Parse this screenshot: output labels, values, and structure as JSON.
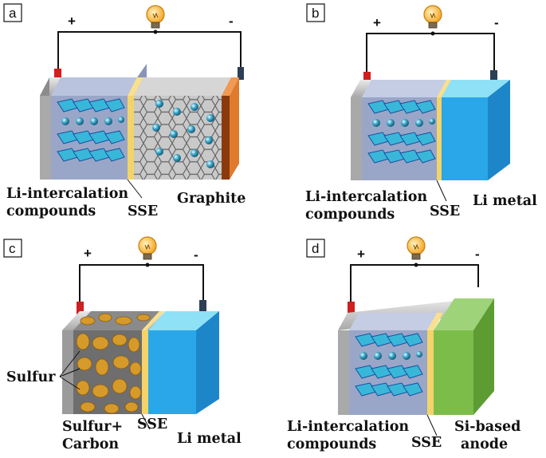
{
  "panels": [
    {
      "letter": "a",
      "plus": "+",
      "minus": "-",
      "cathode_label": [
        "Li-intercalation",
        "compounds"
      ],
      "sse_label": "SSE",
      "anode_label": [
        "Graphite"
      ],
      "anode_color": "#e07a2c"
    },
    {
      "letter": "b",
      "plus": "+",
      "minus": "-",
      "cathode_label": [
        "Li-intercalation",
        "compounds"
      ],
      "sse_label": "SSE",
      "anode_label": [
        "Li metal"
      ],
      "anode_color": "#2aa7e8"
    },
    {
      "letter": "c",
      "plus": "+",
      "minus": "-",
      "cathode_label": [
        "Sulfur+",
        "Carbon"
      ],
      "sse_label": "SSE",
      "anode_label": [
        "Li metal"
      ],
      "side_label": "Sulfur",
      "anode_color": "#2aa7e8"
    },
    {
      "letter": "d",
      "plus": "+",
      "minus": "-",
      "cathode_label": [
        "Li-intercalation",
        "compounds"
      ],
      "sse_label": "SSE",
      "anode_label": [
        "Si-based",
        "anode"
      ],
      "anode_color": "#7cbd4a"
    }
  ],
  "colors": {
    "wire": "#111111",
    "positive_terminal": "#d11e1e",
    "negative_terminal": "#2b3f55",
    "sse": "#f3d36a",
    "cathode_box": "#9aa6c8",
    "bulb": "#f5a623"
  },
  "icons": [
    "light-bulb-icon",
    "lithium-ion-icon",
    "crystal-lattice-icon",
    "graphite-lattice-icon",
    "sulfur-particle-icon"
  ]
}
